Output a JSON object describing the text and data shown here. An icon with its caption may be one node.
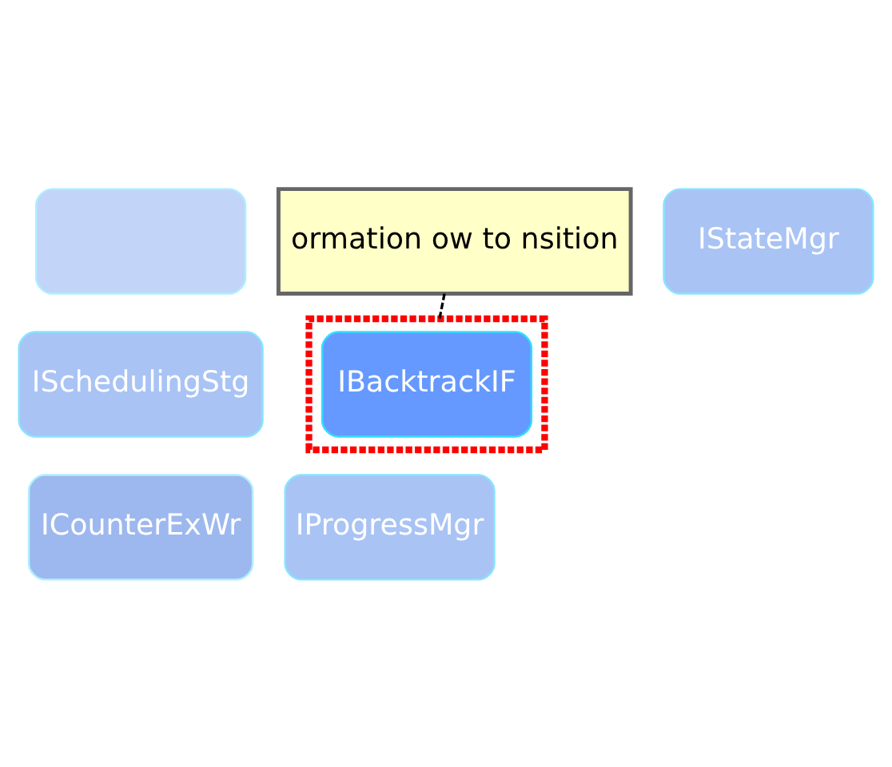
{
  "diagram": {
    "nodes": [
      {
        "text": [],
        "shape": "box"
      },
      {
        "text": [
          "IStateMgr"
        ]
      },
      {
        "text": [
          "ormation ow to nsition"
        ]
      },
      {
        "text": [],
        "shape": "box"
      },
      {
        "text": [
          "IBacktrackIF"
        ],
        "in": 3
      },
      {
        "text": [
          "ISchedulingStg"
        ]
      },
      {
        "text": [
          "ICounterExWr"
        ]
      },
      {
        "text": [
          "IProgressMgr"
        ]
      }
    ],
    "edges": [
      {
        "from": 2,
        "to": 3,
        "arrow": "none",
        "style": "dashed"
      }
    ]
  }
}
